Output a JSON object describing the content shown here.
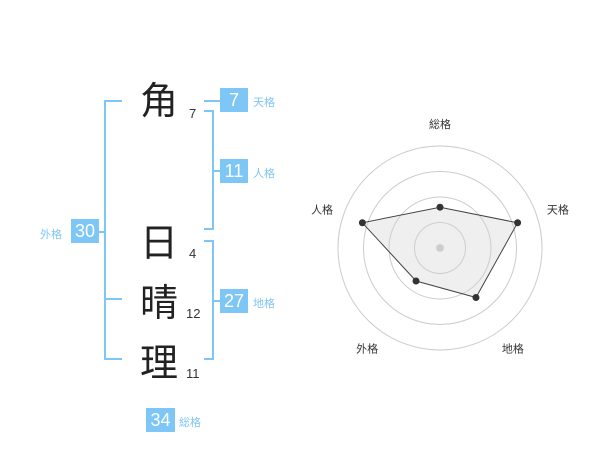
{
  "name_chars": [
    {
      "char": "角",
      "strokes": "7"
    },
    {
      "char": "日",
      "strokes": "4"
    },
    {
      "char": "晴",
      "strokes": "12"
    },
    {
      "char": "理",
      "strokes": "11"
    }
  ],
  "fortunes": {
    "tenkaku": {
      "value": "7",
      "label": "天格"
    },
    "jinkaku": {
      "value": "11",
      "label": "人格"
    },
    "chikaku": {
      "value": "27",
      "label": "地格"
    },
    "gaikaku": {
      "value": "30",
      "label": "外格"
    },
    "soukaku": {
      "value": "34",
      "label": "総格"
    }
  },
  "colors": {
    "accent": "#7ec6f5",
    "text": "#222222",
    "grid": "#cccccc"
  },
  "chart_data": {
    "type": "radar",
    "axes": [
      "総格",
      "天格",
      "地格",
      "外格",
      "人格"
    ],
    "values": [
      0.4,
      0.8,
      0.6,
      0.4,
      0.8
    ],
    "rings": 4,
    "range": [
      0,
      1
    ]
  }
}
